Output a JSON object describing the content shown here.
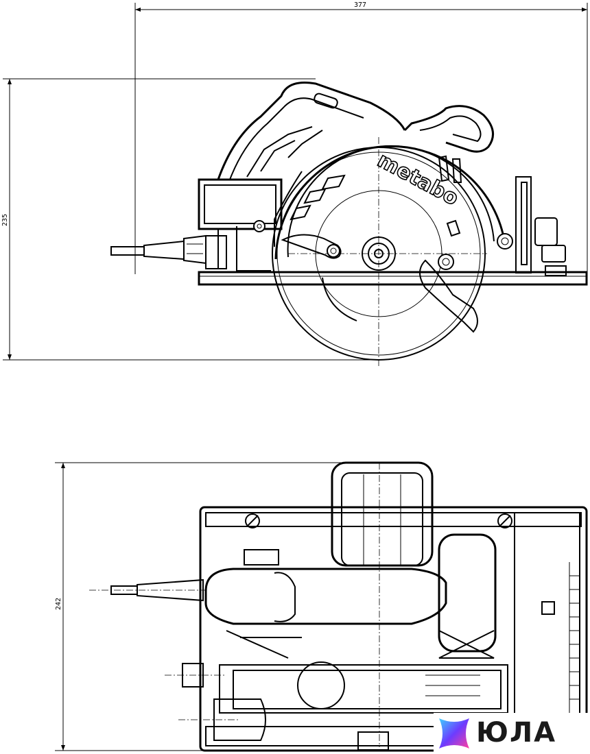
{
  "dimensions": {
    "top_width": "377",
    "top_height": "235",
    "bottom_height": "242"
  },
  "brand": "metabo",
  "watermark": {
    "text": "ЮЛА",
    "logo_icon": "yula-logo-icon",
    "gradient": [
      "#6c3cff",
      "#ff3fa0",
      "#3fd0ff"
    ]
  }
}
